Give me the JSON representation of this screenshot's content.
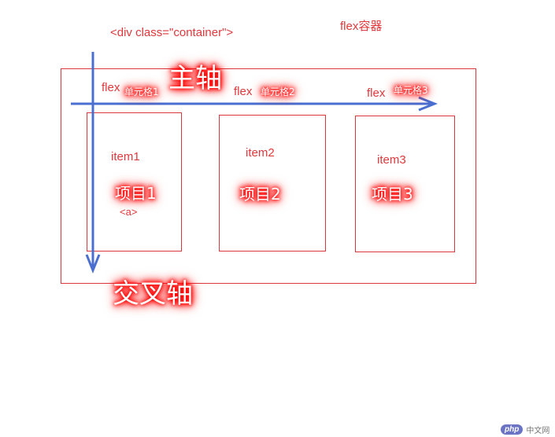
{
  "header": {
    "container_code": "<div class=\"container\">",
    "flex_container_label": "flex容器"
  },
  "axes": {
    "main_axis_label": "主轴",
    "cross_axis_label": "交叉轴"
  },
  "cells": [
    {
      "flex_label": "flex",
      "cell_label": "单元格1"
    },
    {
      "flex_label": "flex",
      "cell_label": "单元格2"
    },
    {
      "flex_label": "flex",
      "cell_label": "单元格3"
    }
  ],
  "items": [
    {
      "name": "item1",
      "cn_name": "项目1",
      "tag": "<a>"
    },
    {
      "name": "item2",
      "cn_name": "项目2"
    },
    {
      "name": "item3",
      "cn_name": "项目3"
    }
  ],
  "footer": {
    "badge": "php",
    "site": "中文网"
  },
  "colors": {
    "border": "#d9363e",
    "text": "#e0383c",
    "arrow": "#4a6fd0",
    "glow": "#ff0000"
  }
}
